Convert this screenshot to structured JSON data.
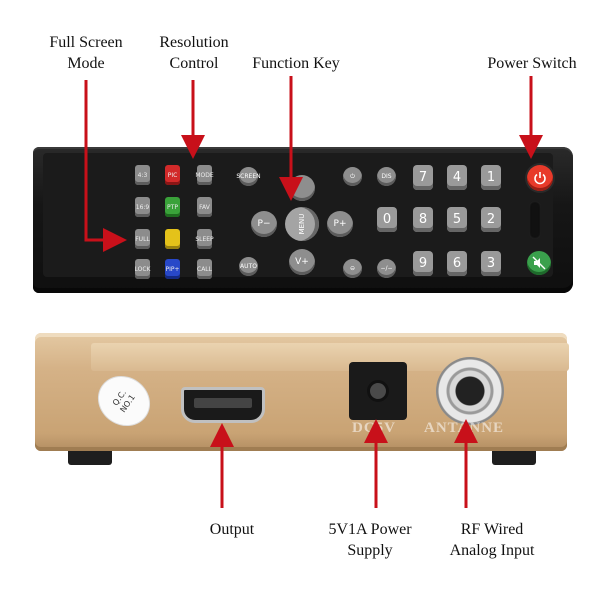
{
  "labels": {
    "full_screen": [
      "Full Screen",
      "Mode"
    ],
    "resolution": [
      "Resolution",
      "Control"
    ],
    "function_key": "Function Key",
    "power_switch": "Power Switch",
    "output": "Output",
    "power_supply": [
      "5V1A Power",
      "Supply"
    ],
    "rf_input": [
      "RF Wired",
      "Analog Input"
    ]
  },
  "remote": {
    "left_col_a": [
      "4:3",
      "16:9",
      "FULL",
      "LOCK"
    ],
    "left_col_b": [
      "PIC",
      "PTP",
      "",
      "PIP+"
    ],
    "left_col_c": [
      "MODE",
      "FAV",
      "SLEEP",
      "CALL"
    ],
    "left_col_b_colors": [
      "red",
      "green",
      "yellow",
      "blue"
    ],
    "side_left_top": "SCREEN",
    "side_left_bottom": "AUTO",
    "dpad": {
      "up": "",
      "down": "V+",
      "left": "P−",
      "right": "P+",
      "center": "MENU"
    },
    "mid_keys": [
      "⏻",
      "DIS",
      "",
      "⊖"
    ],
    "mid_col2": [
      "DIS",
      "0",
      "−/−"
    ],
    "numbers_row1": [
      "7",
      "4",
      "1"
    ],
    "numbers_row2": [
      "8",
      "5",
      "2"
    ],
    "numbers_row3": [
      "9",
      "6",
      "3"
    ]
  },
  "device": {
    "qc_line1": "Q.C.",
    "qc_line2": "NO.1",
    "dc_label": "DC5V",
    "ant_label": "ANTANNE"
  },
  "colors": {
    "arrow": "#c8101a",
    "box": "#d5b287",
    "remote": "#161616"
  }
}
